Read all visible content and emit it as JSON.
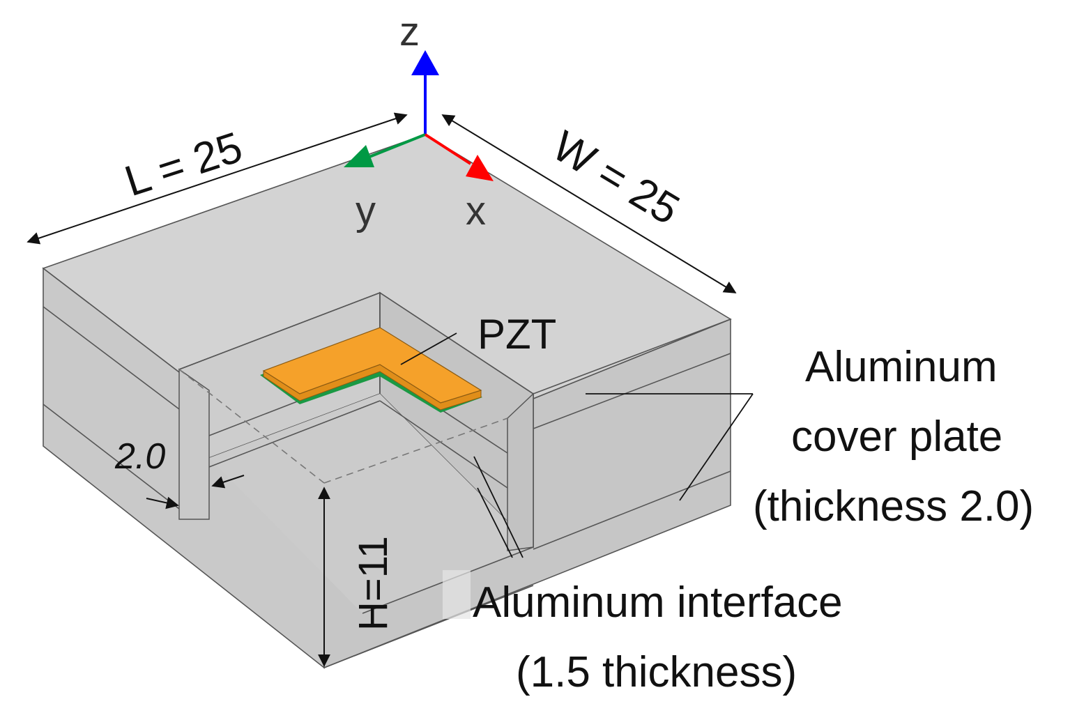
{
  "axes": {
    "z_label": "z",
    "y_label": "y",
    "x_label": "x",
    "z_color": "#0000ff",
    "y_color": "#009944",
    "x_color": "#ff0000"
  },
  "dimensions": {
    "length": "L = 25",
    "width": "W = 25",
    "height": "H=11",
    "wall": "2.0"
  },
  "labels": {
    "pzt": "PZT",
    "cover_line1": "Aluminum",
    "cover_line2": "cover plate",
    "cover_line3": "(thickness 2.0)",
    "interface_line1": "Aluminum interface",
    "interface_line2": "(1.5 thickness)"
  },
  "colors": {
    "body_top": "#d2d2d2",
    "body_side": "#c8c8c8",
    "pzt": "#f5a12a",
    "pzt_side": "#e08e1a",
    "electrode": "#1a9944"
  }
}
